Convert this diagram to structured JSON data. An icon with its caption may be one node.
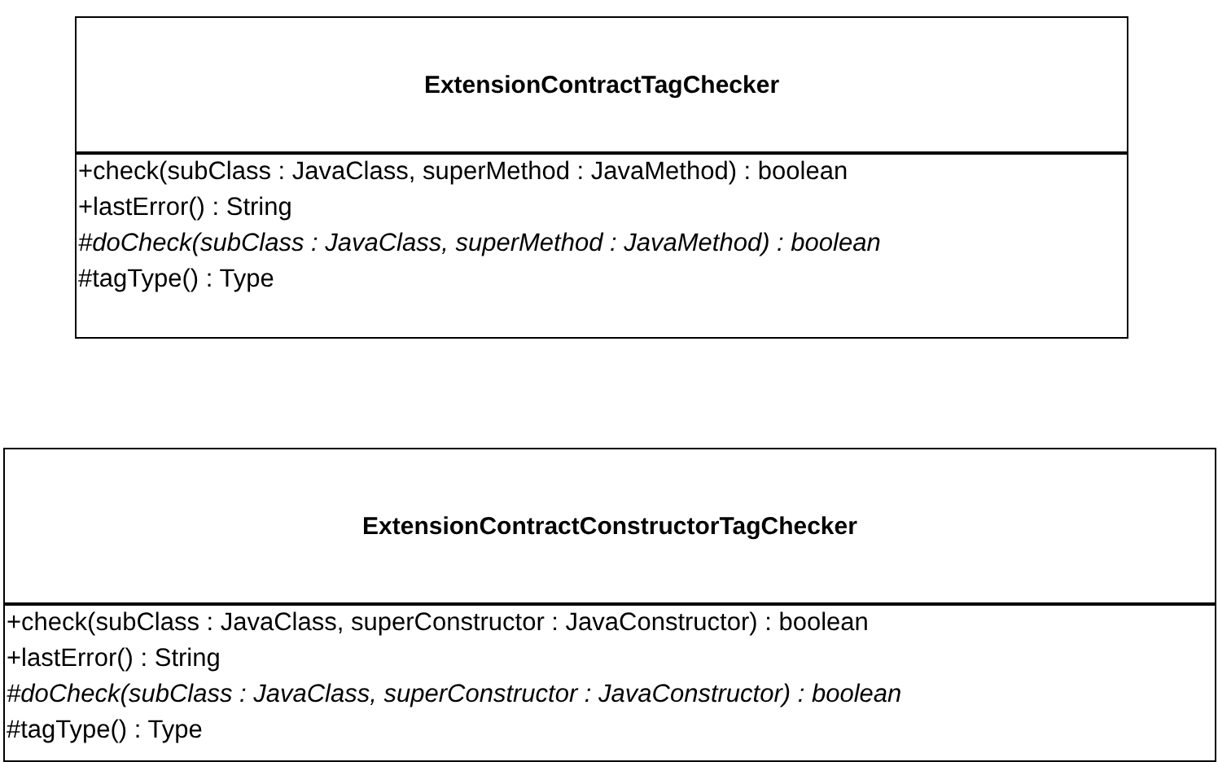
{
  "diagram": {
    "nodes": [
      {
        "text": [
          "ExtensionContractTagChecker",
          "+check(subClass : JavaClass, superMethod : JavaMethod) : boolean",
          "+lastError() : String",
          "*#doCheck(subClass : JavaClass, superMethod : JavaMethod) : boolean*",
          "#tagType() : Type"
        ]
      },
      {
        "text": [
          "ExtensionContractConstructorTagChecker",
          "+check(subClass : JavaClass, superConstructor : JavaConstructor) : boolean",
          "+lastError() : String",
          "*#doCheck(subClass : JavaClass, superConstructor : JavaConstructor) : boolean*",
          "#tagType() : Type"
        ]
      }
    ]
  }
}
